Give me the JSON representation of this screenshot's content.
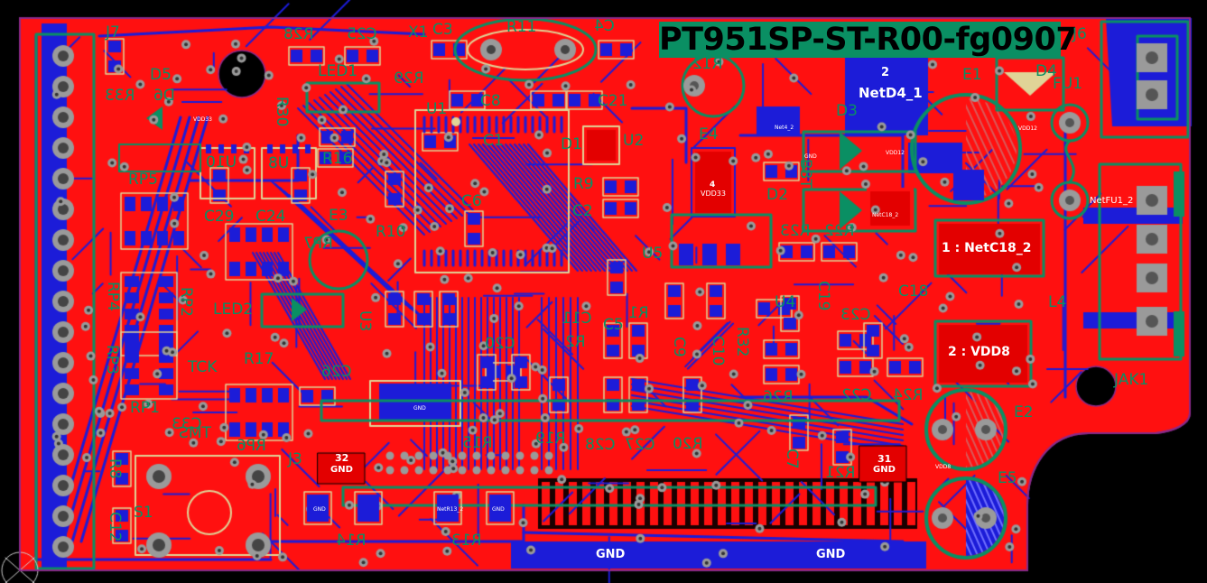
{
  "board_title": "PT951SP-ST-R00-fg0907",
  "colors": {
    "background": "#000000",
    "board_red": "#ff1010",
    "trace_blue": "#1c1cd8",
    "silkscreen_green": "#0a8f63",
    "overlay_tan": "#e0d497",
    "outline_purple": "#8a2a8a",
    "via_gray": "#9a9a9a"
  },
  "designators": {
    "j7": "J7",
    "d5": "D5",
    "r33": "R33",
    "d6": "D6",
    "r28": "R28",
    "c25": "C25",
    "led1": "LED1",
    "r29": "R29",
    "x1": "X1",
    "c3": "C3",
    "r11": "R11",
    "c4": "C4",
    "r12": "R12",
    "c8": "C8",
    "c21": "C21",
    "u1": "U1",
    "c1": "C1",
    "u2": "U2",
    "d1": "D1",
    "e4": "E4",
    "d3": "D3",
    "d4": "D4",
    "fu1": "FU1",
    "e1": "E1",
    "j6": "J6",
    "r16": "R16",
    "u10": "U10",
    "u8": "U8",
    "rp5": "RP5",
    "c29": "C29",
    "c24": "C24",
    "e3": "E3",
    "r9": "R9",
    "c2": "C2",
    "c6": "C6",
    "d2": "D2",
    "b3t": "B3T",
    "r10": "R10",
    "rp7": "RP7",
    "r23": "R23",
    "r22": "R22",
    "l4": "L4",
    "u5": "U5",
    "rp4": "RP4",
    "rp2": "RP2",
    "led2": "LED2",
    "r17": "R17",
    "u4": "U4",
    "c19": "C19",
    "c18": "C18",
    "c9": "C9",
    "c10": "C10",
    "c11": "C11",
    "r1": "R1",
    "r2": "R2",
    "c5": "C5",
    "r32": "R32",
    "r30": "R30",
    "c23": "C23",
    "rp3": "RP3",
    "tck": "TCK",
    "c20": "C20",
    "c26": "C26",
    "r26": "R26",
    "c22": "C22",
    "r24": "R24",
    "jak1": "JAK1",
    "rp1": "RP1",
    "tms": "TMS",
    "c33": "C33",
    "rp6": "RP6",
    "r15": "R15",
    "r19": "R19",
    "c28": "C28",
    "c27": "C27",
    "r20": "R20",
    "c7": "C7",
    "r21": "R21",
    "e2": "E2",
    "j3": "J3",
    "u3": "U3",
    "r8": "R8",
    "s1": "S1",
    "r14": "R14",
    "r13": "R13",
    "c12": "C12",
    "e5": "E5"
  },
  "nets": {
    "netd4_pin": "2",
    "netd4_name": "NetD4_1",
    "netc18": "1 : NetC18_2",
    "vdd8": "2 : VDD8",
    "gnd_a": "GND",
    "gnd_b": "GND",
    "pad32_num": "32",
    "pad32_net": "GND",
    "pad31_num": "31",
    "pad31_net": "GND",
    "pad4_num": "4",
    "pad4_net": "VDD33",
    "netfu1": "NetFU1_2",
    "vdd12_a": "VDD12",
    "vdd12_b": "VDD12",
    "vdd33_a": "VDD33",
    "vdd8_small": "VDD8",
    "net4_2": "Net4_2",
    "netc18_2": "NetC18_2",
    "nets13": "NetR13_2",
    "gnd_small_1": "GND",
    "gnd_small_2": "GND",
    "gnd_small_3": "GND",
    "gnd_small_4": "GND"
  }
}
